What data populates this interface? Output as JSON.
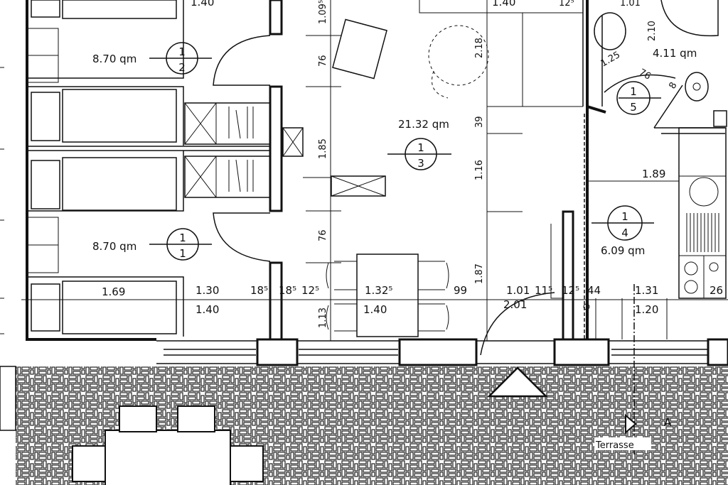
{
  "plan": {
    "rooms": [
      {
        "area": "8.70 qm",
        "num": "1",
        "den": "2"
      },
      {
        "area": "8.70 qm",
        "num": "1",
        "den": "1"
      },
      {
        "area": "21.32 qm",
        "num": "1",
        "den": "3"
      },
      {
        "area": "6.09 qm",
        "num": "1",
        "den": "4"
      },
      {
        "area": "4.11 qm",
        "num": "1",
        "den": "5"
      }
    ],
    "dims": {
      "top_140a": "1.40",
      "d_1095": "1.09⁵",
      "d_76a": "76",
      "d_185": "1.85",
      "d_76b": "76",
      "d_113": "1.13",
      "d_218": "2.18",
      "d_39": "39",
      "d_116": "1.16",
      "d_187": "1.87",
      "top_140b": "1.40",
      "top_125": "12⁵",
      "top_101": "1.01",
      "d_210": "2.10",
      "d_125b": "1.25",
      "d_76c": "76",
      "d_8": "8",
      "d_189": "1.89",
      "bed_169": "1.69",
      "row": [
        "1.30",
        "18⁵",
        "18⁵",
        "12⁵",
        "1.32⁵",
        "99",
        "1.01",
        "11⁵",
        "12⁵",
        "44",
        "1.31",
        "26"
      ],
      "row2": [
        "1.40",
        "1.40",
        "2.01",
        "1.20"
      ]
    },
    "terrace_label": "Terrasse",
    "section_label": "A"
  }
}
